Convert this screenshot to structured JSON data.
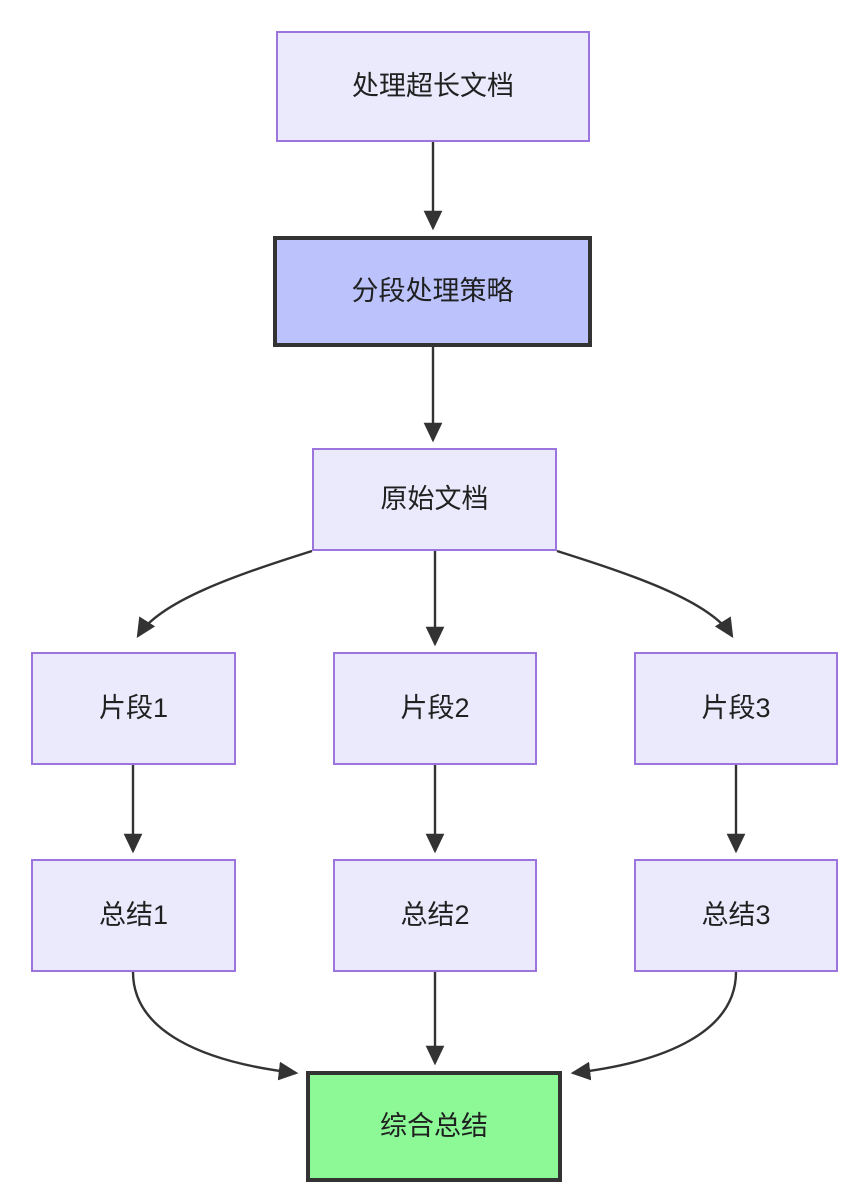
{
  "diagram": {
    "type": "flowchart",
    "direction": "top-down",
    "background_color": "#ffffff",
    "palette": {
      "default_fill": "#ebe9fc",
      "default_stroke": "#9b74dd",
      "strategy_fill": "#bcc2fc",
      "strategy_stroke": "#333333",
      "result_fill": "#8cf996",
      "result_stroke": "#333333",
      "edge_color": "#333333",
      "text_color": "#1f2020"
    },
    "nodes": [
      {
        "id": "doc",
        "label": "处理超长文档",
        "style": "default"
      },
      {
        "id": "strategy",
        "label": "分段处理策略",
        "style": "strategy"
      },
      {
        "id": "source",
        "label": "原始文档",
        "style": "default"
      },
      {
        "id": "frag1",
        "label": "片段1",
        "style": "default"
      },
      {
        "id": "frag2",
        "label": "片段2",
        "style": "default"
      },
      {
        "id": "frag3",
        "label": "片段3",
        "style": "default"
      },
      {
        "id": "sum1",
        "label": "总结1",
        "style": "default"
      },
      {
        "id": "sum2",
        "label": "总结2",
        "style": "default"
      },
      {
        "id": "sum3",
        "label": "总结3",
        "style": "default"
      },
      {
        "id": "final",
        "label": "综合总结",
        "style": "result"
      }
    ],
    "edges": [
      {
        "from": "doc",
        "to": "strategy",
        "shape": "straight"
      },
      {
        "from": "strategy",
        "to": "source",
        "shape": "straight"
      },
      {
        "from": "source",
        "to": "frag1",
        "shape": "curved"
      },
      {
        "from": "source",
        "to": "frag2",
        "shape": "straight"
      },
      {
        "from": "source",
        "to": "frag3",
        "shape": "curved"
      },
      {
        "from": "frag1",
        "to": "sum1",
        "shape": "straight"
      },
      {
        "from": "frag2",
        "to": "sum2",
        "shape": "straight"
      },
      {
        "from": "frag3",
        "to": "sum3",
        "shape": "straight"
      },
      {
        "from": "sum1",
        "to": "final",
        "shape": "curved"
      },
      {
        "from": "sum2",
        "to": "final",
        "shape": "straight"
      },
      {
        "from": "sum3",
        "to": "final",
        "shape": "curved"
      }
    ]
  }
}
